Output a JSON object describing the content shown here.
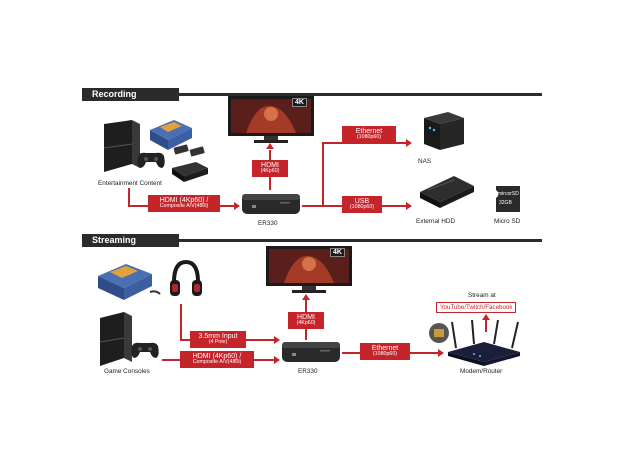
{
  "sections": {
    "recording": "Recording",
    "streaming": "Streaming"
  },
  "recording": {
    "source_label": "Entertainment Content",
    "device_label": "ER330",
    "nas_label": "NAS",
    "hdd_label": "External HDD",
    "sd_label": "Micro SD",
    "sd_card_text": "mircorSD",
    "sd_card_cap": "32GB",
    "monitor_badge": "4K",
    "hdmi_in": {
      "main": "HDMI (4Kp60) /",
      "sub": "Composite A/V(480i)"
    },
    "hdmi_out": {
      "main": "HDMI",
      "sub": "(4Kp60)"
    },
    "ethernet": {
      "main": "Ethernet",
      "sub": "(1080p60)"
    },
    "usb": {
      "main": "USB",
      "sub": "(1080p60)"
    }
  },
  "streaming": {
    "source_label": "Game Consoles",
    "device_label": "ER330",
    "router_label": "Modem/Router",
    "monitor_badge": "4K",
    "audio_in": {
      "main": "3.5mm Input",
      "sub": "(4 Pole)"
    },
    "hdmi_in": {
      "main": "HDMI (4Kp60) /",
      "sub": "Composite A/V(480i)"
    },
    "hdmi_out": {
      "main": "HDMI",
      "sub": "(4Kp60)"
    },
    "ethernet": {
      "main": "Ethernet",
      "sub": "(1080p60)"
    },
    "stream_at": "Stream at",
    "platforms": "YouTube/Twitch/Facebook"
  },
  "colors": {
    "accent": "#c5242a",
    "bar": "#2b2b2b"
  }
}
